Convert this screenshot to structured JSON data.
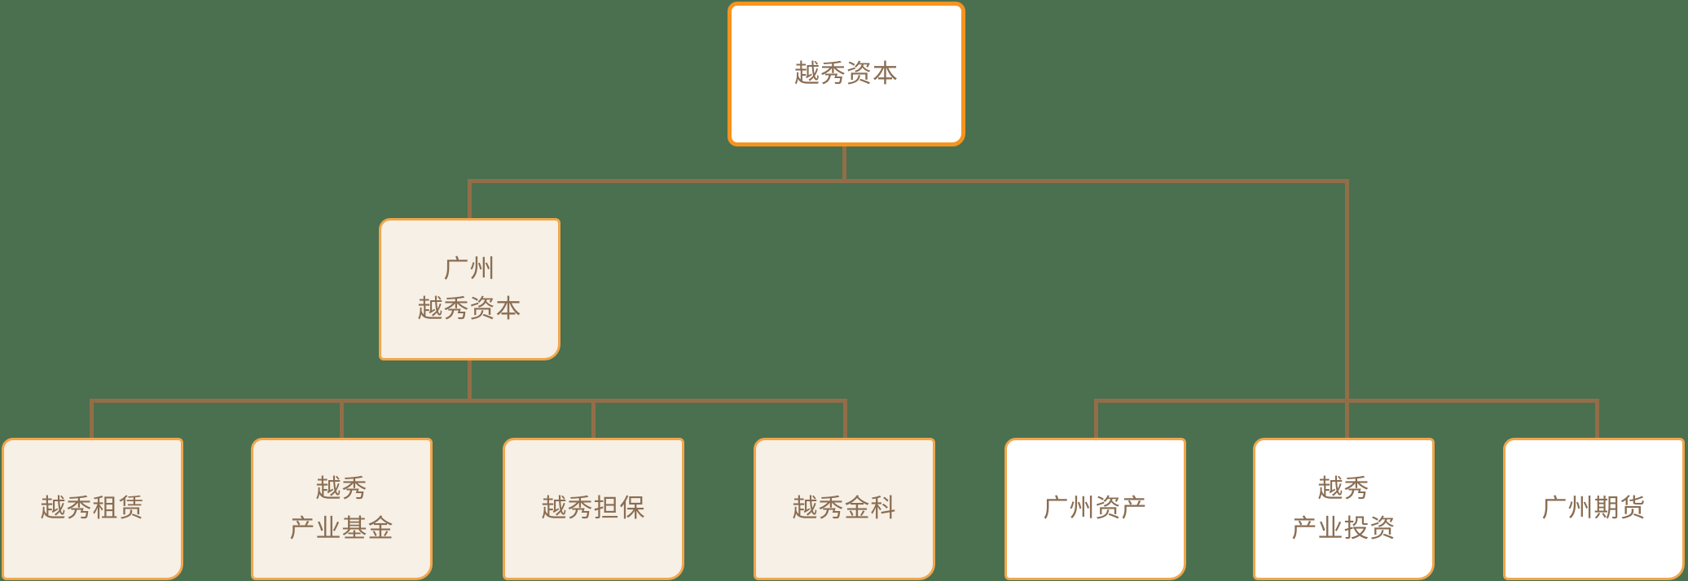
{
  "colors": {
    "canvas_background": "#4a7050",
    "connector": "#926e48",
    "root_border": "#f7941e",
    "child_border": "#f2a64b",
    "cream_fill": "#f6f0e6",
    "white_fill": "#ffffff",
    "text": "#8a6d52"
  },
  "org_chart": {
    "type": "org-tree",
    "root": {
      "lines": [
        "越秀资本"
      ]
    },
    "left_parent": {
      "lines": [
        "广州",
        "越秀资本"
      ]
    },
    "left_children": [
      {
        "lines": [
          "越秀租赁"
        ]
      },
      {
        "lines": [
          "越秀",
          "产业基金"
        ]
      },
      {
        "lines": [
          "越秀担保"
        ]
      },
      {
        "lines": [
          "越秀金科"
        ]
      }
    ],
    "right_children": [
      {
        "lines": [
          "广州资产"
        ]
      },
      {
        "lines": [
          "越秀",
          "产业投资"
        ]
      },
      {
        "lines": [
          "广州期货"
        ]
      }
    ]
  }
}
